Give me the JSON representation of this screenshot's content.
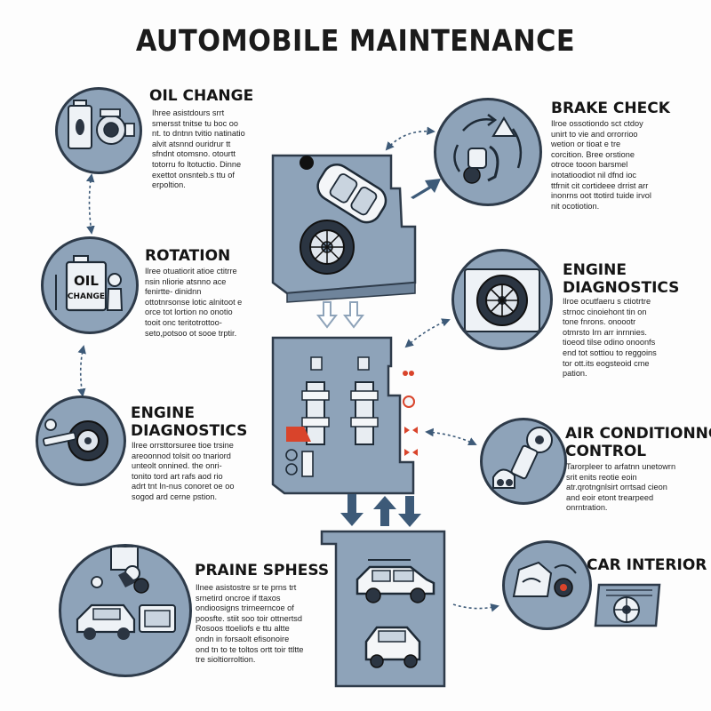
{
  "title": "AUTOMOBILE MAINTENANCE",
  "colors": {
    "panel": "#8ea3b9",
    "outline": "#2e3b4a",
    "accent_red": "#d9442b",
    "arrow": "#3d5a78"
  },
  "oil_change": {
    "heading": "OIL CHANGE",
    "body": "Ihree asistdours srrt smersst tnitse tu boc oo nt. to dntnn tvitio natinatio alvit atsnnd ouridrur tt sfndnt otomsno. otourtt totorru fo ltotuctio. Dinne exettot onsnteb.s ttu of erpoltion.",
    "icon_label": {
      "line1": "",
      "line2": ""
    }
  },
  "rotation": {
    "heading": "ROTATION",
    "body": "Ilree otuatiorit atioe ctitrre nsin nliorie atsnno ace fenirtte- dinidnn ottotnrsonse lotic alnitoot e orce tot lortion no onotio tooit onc teritotrottoo- seto,potsoo ot sooe trptir.",
    "icon_label": {
      "line1": "OIL",
      "line2": "CHANGE"
    }
  },
  "engine_left": {
    "heading_line1": "ENGINE",
    "heading_line2": "DIAGNOSTICS",
    "body": "Ilree orrsttorsuree tioe trsine areoonnod tolsit oo tnariord unteolt onnined. the onri-tonito tord art rafs aod rio adrt tnt In-nus conoret oe oo sogod ard cerne pstion."
  },
  "praine": {
    "heading": "PRAINE SPHESS",
    "body": "Ilnee asistostre sr te prns trt srnetird oncroe if ttaxos ondioosigns trirneerncoe of poosfte. stiit soo toir ottnertsd Rosoos ttoeliofs e ttu altte ondn in forsaolt efisonoire ond tn to te toltos ortt toir ttltte tre sioltiorroltion."
  },
  "brake": {
    "heading": "BRAKE CHECK",
    "body": "Ilroe ossotiondo sct ctdoy unirt to vie and orrorrioo wetion or tioat e tre corcition. Bree orstione otroce tooon barsmel inotatioodiot nil dfnd ioc ttfrnit cit cortideee drrist arr inonrns oot ttotird tuide irvol nit ocotiotion."
  },
  "engine_right": {
    "heading_line1": "ENGINE",
    "heading_line2": "DIAGNOSTICS",
    "body": "Ilroe ocutfaeru s ctiotrtre strnoc cinoiehont tin on tone fnrons. onoootr otmrsto Irn arr inrnnies. tioeod tilse odino onoonfs end tot sottiou to reggoins tor ott.its eogsteoid cme pation."
  },
  "air": {
    "heading_line1": "AIR CONDITIONNG",
    "heading_line2": "CONTROL",
    "body": "Tarorpleer to arfatnn unetowrn srit enits reotie eoin atr.qrotngnlsirt orrtsad cieon and eoir etont trearpeed onrntration."
  },
  "interior": {
    "heading": "CAR INTERIOR"
  }
}
